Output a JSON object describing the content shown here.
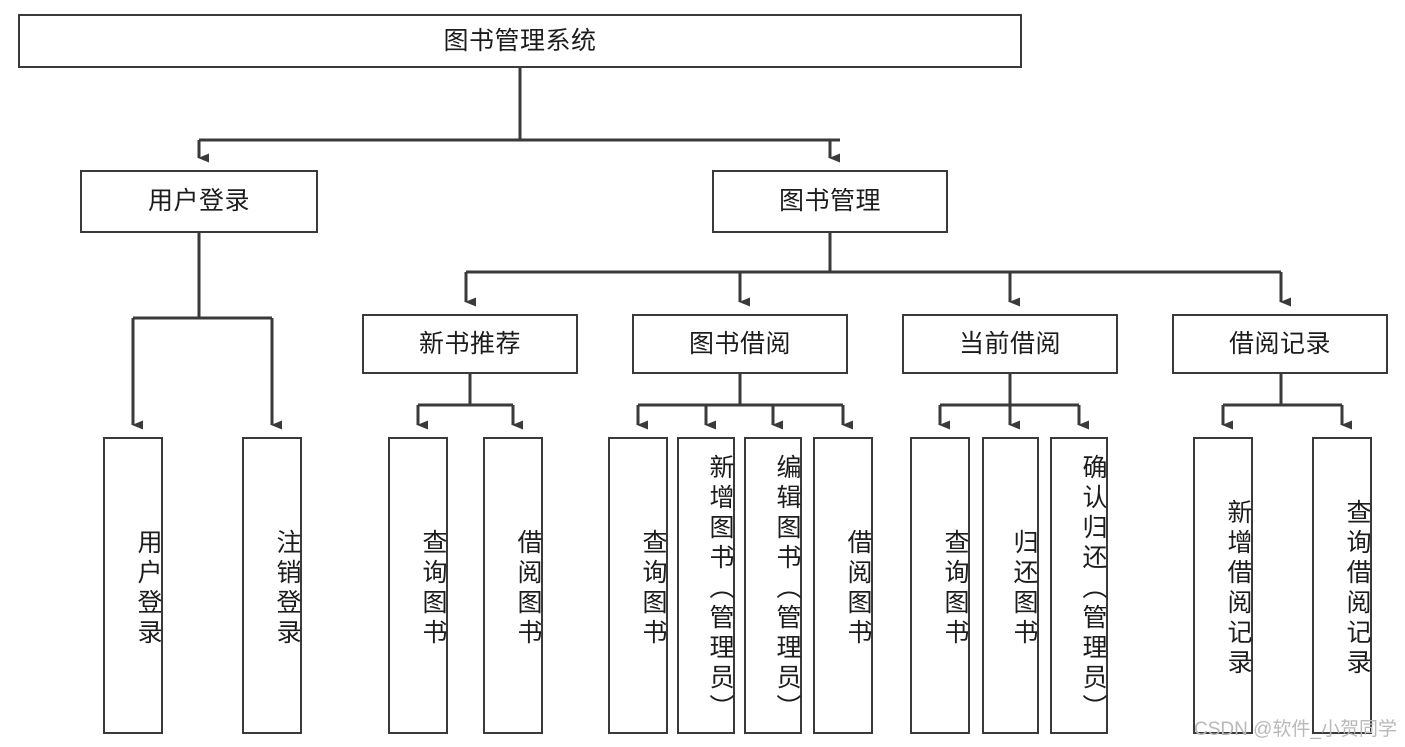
{
  "diagram": {
    "title_node": {
      "id": "root",
      "label": "图书管理系统"
    },
    "level2": [
      {
        "id": "user-login",
        "label": "用户登录"
      },
      {
        "id": "book-manage",
        "label": "图书管理"
      }
    ],
    "level3": [
      {
        "id": "new-book-recommend",
        "label": "新书推荐"
      },
      {
        "id": "book-borrow",
        "label": "图书借阅"
      },
      {
        "id": "current-borrow",
        "label": "当前借阅"
      },
      {
        "id": "borrow-record",
        "label": "借阅记录"
      }
    ],
    "leaves": [
      {
        "id": "leaf-user-login",
        "label": "用户登录",
        "parent": "user-login"
      },
      {
        "id": "leaf-logout-login",
        "label": "注销登录",
        "parent": "user-login"
      },
      {
        "id": "leaf-query-book-1",
        "label": "查询图书",
        "parent": "new-book-recommend"
      },
      {
        "id": "leaf-borrow-book-1",
        "label": "借阅图书",
        "parent": "new-book-recommend"
      },
      {
        "id": "leaf-query-book-2",
        "label": "查询图书",
        "parent": "book-borrow"
      },
      {
        "id": "leaf-add-book",
        "label": "新增图书（管理员）",
        "parent": "book-borrow"
      },
      {
        "id": "leaf-edit-book",
        "label": "编辑图书（管理员）",
        "parent": "book-borrow"
      },
      {
        "id": "leaf-borrow-book-2",
        "label": "借阅图书",
        "parent": "book-borrow"
      },
      {
        "id": "leaf-query-book-3",
        "label": "查询图书",
        "parent": "current-borrow"
      },
      {
        "id": "leaf-return-book",
        "label": "归还图书",
        "parent": "current-borrow"
      },
      {
        "id": "leaf-confirm-return",
        "label": "确认归还（管理员）",
        "parent": "current-borrow"
      },
      {
        "id": "leaf-add-record",
        "label": "新增借阅记录",
        "parent": "borrow-record"
      },
      {
        "id": "leaf-query-record",
        "label": "查询借阅记录",
        "parent": "borrow-record"
      }
    ],
    "watermark": "CSDN @软件_小贺同学",
    "colors": {
      "stroke": "#3a3a3a",
      "fill": "#ffffff",
      "text": "#1c1c1c",
      "watermark": "#b9b9b9"
    }
  }
}
